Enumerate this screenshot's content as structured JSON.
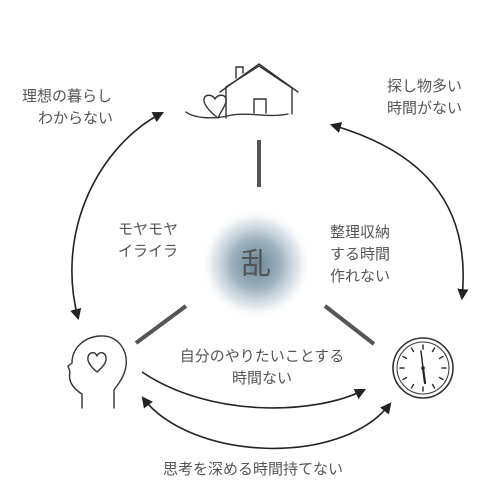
{
  "center": {
    "label": "乱"
  },
  "labels": {
    "top_left": [
      "理想の暮らし",
      "わからない"
    ],
    "top_right": [
      "探し物多い",
      "時間がない"
    ],
    "inner_left": [
      "モヤモヤ",
      "イライラ"
    ],
    "inner_right": [
      "整理収納",
      "する時間",
      "作れない"
    ],
    "inner_bottom": [
      "自分のやりたいことする",
      "時間ない"
    ],
    "bottom": [
      "思考を深める時間持てない"
    ]
  },
  "icons": {
    "top": "house-icon",
    "left": "head-heart-icon",
    "right": "clock-icon"
  },
  "colors": {
    "text": "#555555",
    "spoke": "#555555",
    "center_glow": "#5f7d90",
    "arrow": "#222222"
  }
}
